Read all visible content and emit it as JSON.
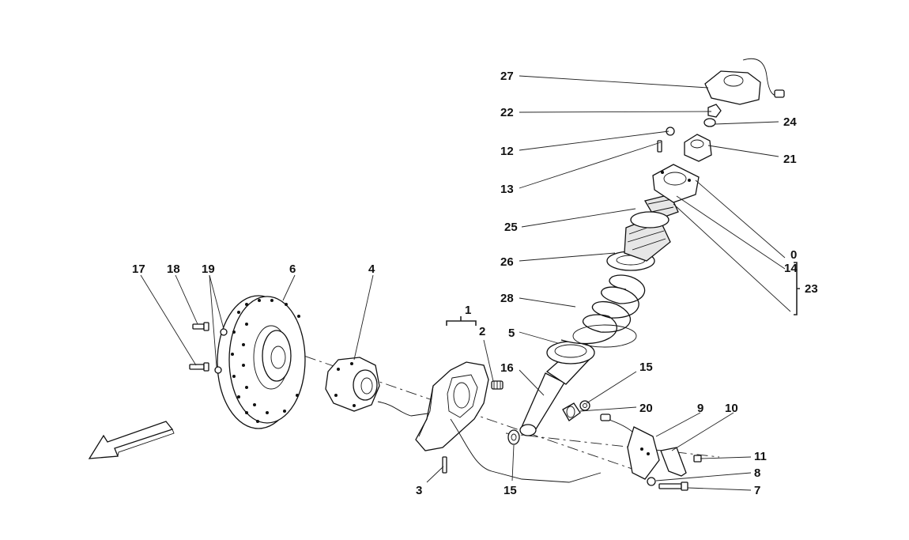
{
  "diagram": {
    "labels": {
      "l27": "27",
      "l22": "22",
      "l24": "24",
      "l12": "12",
      "l21": "21",
      "l13": "13",
      "l25": "25",
      "l0": "0",
      "l14": "14",
      "l26": "26",
      "l23": "23",
      "l28": "28",
      "l5": "5",
      "l17": "17",
      "l18": "18",
      "l19": "19",
      "l6": "6",
      "l4": "4",
      "l1": "1",
      "l2": "2",
      "l16": "16",
      "l15a": "15",
      "l20": "20",
      "l9": "9",
      "l10": "10",
      "l11": "11",
      "l8": "8",
      "l7": "7",
      "l3": "3",
      "l15b": "15"
    }
  },
  "icons": {
    "direction": "arrow-front-icon"
  }
}
